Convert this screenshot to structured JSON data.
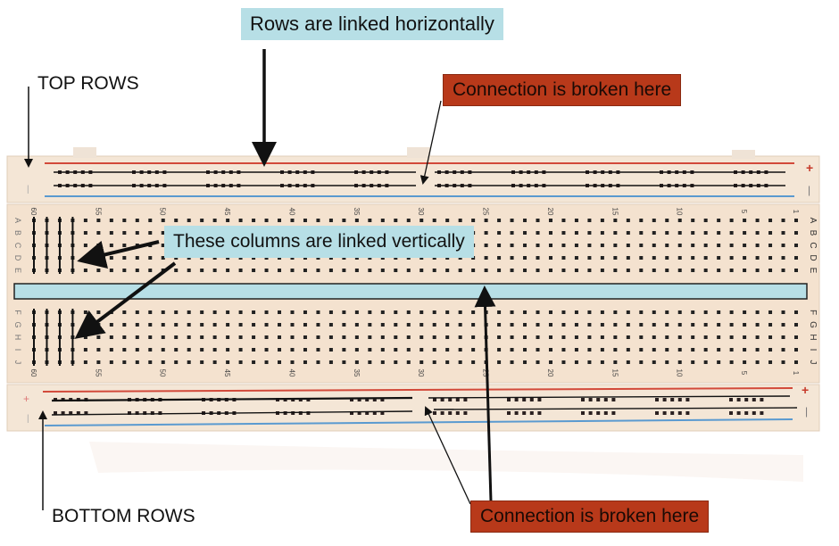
{
  "title": "Breadboard connection diagram",
  "labels": {
    "top_rows": "TOP ROWS",
    "bottom_rows": "BOTTOM ROWS"
  },
  "callouts": {
    "rows_linked": "Rows are linked horizontally",
    "columns_linked": "These columns are linked vertically",
    "break_top": "Connection is broken here",
    "break_bottom": "Connection is broken here"
  },
  "breadboard": {
    "row_letters_top": [
      "A",
      "B",
      "C",
      "D",
      "E"
    ],
    "row_letters_bottom": [
      "F",
      "G",
      "H",
      "I",
      "J"
    ],
    "column_numbers": [
      "60",
      "55",
      "50",
      "45",
      "40",
      "35",
      "30",
      "25",
      "20",
      "15",
      "10",
      "5",
      "1"
    ],
    "rail_plus": "+",
    "rail_minus": "−",
    "column_count": 60,
    "rail_groups_per_side": 5,
    "holes_per_group": 5
  },
  "colors": {
    "board": "#f4e4d3",
    "rail_red": "#c6392a",
    "rail_blue": "#3c84c4",
    "callout_blue": "#b7dfe6",
    "callout_red": "#b8391a",
    "hole": "#222222"
  }
}
